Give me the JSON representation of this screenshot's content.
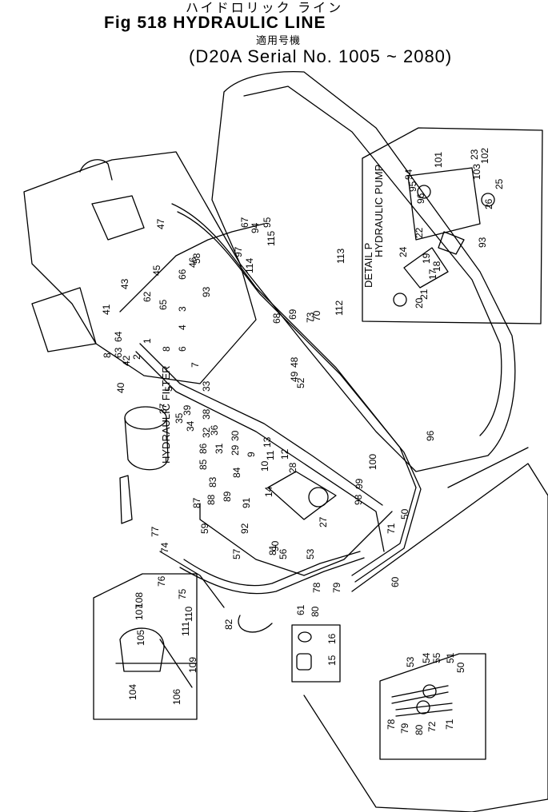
{
  "header": {
    "jp_title": "ハイドロリック ライン",
    "fig_title": "Fig 518 HYDRAULIC LINE",
    "jp_subtitle": "適用号機",
    "serial": "(D20A Serial No. 1005 ~ 2080)"
  },
  "labels": {
    "hydraulic_filter": "HYDRAULIC FILTER",
    "hydraulic_pump": "HYDRAULIC PUMP",
    "detail_p": "DETAIL P"
  },
  "callouts": {
    "main": [
      "47",
      "46",
      "45",
      "43",
      "41",
      "58",
      "66",
      "93",
      "3",
      "4",
      "65",
      "62",
      "64",
      "63",
      "42",
      "2",
      "1",
      "8",
      "6",
      "7",
      "33",
      "39",
      "38",
      "36",
      "8",
      "40",
      "5",
      "37",
      "35",
      "34",
      "32",
      "31",
      "30",
      "29",
      "86",
      "85",
      "84",
      "83",
      "13",
      "11",
      "9",
      "10",
      "12",
      "28",
      "14",
      "87",
      "88",
      "89",
      "91",
      "92",
      "90",
      "27",
      "98",
      "99",
      "100",
      "50",
      "59",
      "77",
      "74",
      "76",
      "75",
      "57",
      "56",
      "53",
      "81",
      "73",
      "82",
      "79",
      "78",
      "80",
      "61",
      "60",
      "71",
      "68",
      "69",
      "70",
      "48",
      "49",
      "52",
      "113",
      "112",
      "114",
      "115",
      "94",
      "95",
      "96",
      "97",
      "67",
      "55"
    ],
    "detail_p": [
      "94",
      "95",
      "96",
      "101",
      "23",
      "102",
      "103",
      "25",
      "26",
      "22",
      "24",
      "93",
      "19",
      "18",
      "17",
      "21",
      "20"
    ],
    "inset_left": [
      "108",
      "107",
      "105",
      "110",
      "111",
      "109",
      "104",
      "106"
    ],
    "inset_center": [
      "16",
      "15"
    ],
    "inset_right": [
      "53",
      "54",
      "55",
      "51",
      "50",
      "78",
      "79",
      "80",
      "72",
      "71"
    ]
  }
}
